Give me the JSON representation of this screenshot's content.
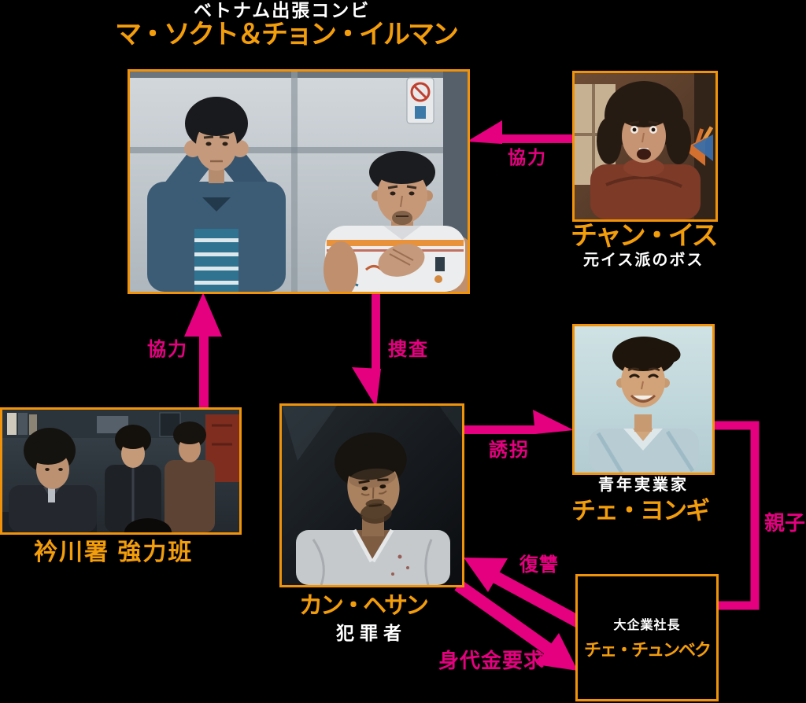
{
  "title": {
    "subtitle": "ベトナム出張コンビ",
    "main": "マ・ソクト＆チョン・イルマン"
  },
  "characters": {
    "jang_isu": {
      "name": "チャン・イス",
      "role": "元イス派のボス"
    },
    "geumcheon_unit": {
      "name": "衿川署 強力班"
    },
    "kang_haesang": {
      "name": "カン・ヘサン",
      "role": "犯罪者"
    },
    "choi_yonggi": {
      "name": "チェ・ヨンギ",
      "role": "青年実業家"
    },
    "choi_chunbaek": {
      "name": "チェ・チュンベク",
      "role": "大企業社長"
    }
  },
  "relations": {
    "jang_to_duo": "協力",
    "geumcheon_to_duo": "協力",
    "duo_to_kang": "捜査",
    "kang_to_yonggi": "誘拐",
    "yonggi_chunbaek": "親子",
    "chunbaek_to_kang": "復讐",
    "kang_to_chunbaek": "身代金要求"
  },
  "colors": {
    "background": "#000000",
    "relation_pink": "#E5007F",
    "name_orange": "#F49D0B",
    "photo_border_orange": "#F0930B",
    "text_white": "#FFFFFF"
  }
}
